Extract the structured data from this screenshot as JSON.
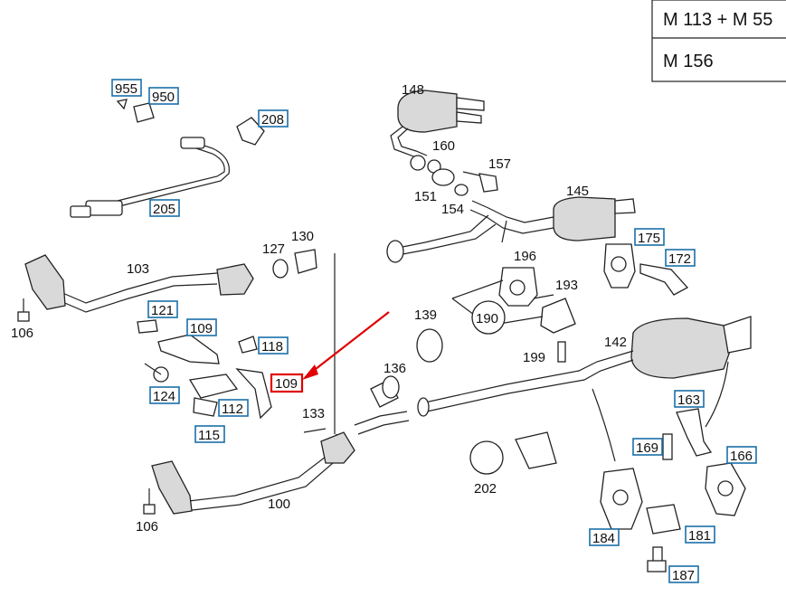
{
  "header": {
    "models": [
      "M 113 + M 55",
      "M 156"
    ]
  },
  "callouts_plain": [
    {
      "id": "148",
      "text": "148"
    },
    {
      "id": "160",
      "text": "160"
    },
    {
      "id": "157",
      "text": "157"
    },
    {
      "id": "151",
      "text": "151"
    },
    {
      "id": "154",
      "text": "154"
    },
    {
      "id": "145",
      "text": "145"
    },
    {
      "id": "130",
      "text": "130"
    },
    {
      "id": "127",
      "text": "127"
    },
    {
      "id": "196",
      "text": "196"
    },
    {
      "id": "103",
      "text": "103"
    },
    {
      "id": "193",
      "text": "193"
    },
    {
      "id": "106a",
      "text": "106"
    },
    {
      "id": "139",
      "text": "139"
    },
    {
      "id": "190",
      "text": "190"
    },
    {
      "id": "142",
      "text": "142"
    },
    {
      "id": "199",
      "text": "199"
    },
    {
      "id": "136",
      "text": "136"
    },
    {
      "id": "133",
      "text": "133"
    },
    {
      "id": "202",
      "text": "202"
    },
    {
      "id": "100",
      "text": "100"
    },
    {
      "id": "106b",
      "text": "106"
    }
  ],
  "callouts_boxed": [
    {
      "id": "955",
      "text": "955"
    },
    {
      "id": "950",
      "text": "950"
    },
    {
      "id": "208",
      "text": "208"
    },
    {
      "id": "205",
      "text": "205"
    },
    {
      "id": "175",
      "text": "175"
    },
    {
      "id": "172",
      "text": "172"
    },
    {
      "id": "121",
      "text": "121"
    },
    {
      "id": "109a",
      "text": "109"
    },
    {
      "id": "118",
      "text": "118"
    },
    {
      "id": "124",
      "text": "124"
    },
    {
      "id": "112",
      "text": "112"
    },
    {
      "id": "115",
      "text": "115"
    },
    {
      "id": "163",
      "text": "163"
    },
    {
      "id": "169",
      "text": "169"
    },
    {
      "id": "166",
      "text": "166"
    },
    {
      "id": "184",
      "text": "184"
    },
    {
      "id": "181",
      "text": "181"
    },
    {
      "id": "187",
      "text": "187"
    }
  ],
  "highlighted_callout": {
    "id": "109b",
    "text": "109",
    "color": "#e00000"
  },
  "colors": {
    "box_stroke": "#1a6fa8",
    "highlight": "#e00000",
    "line": "#222222"
  }
}
